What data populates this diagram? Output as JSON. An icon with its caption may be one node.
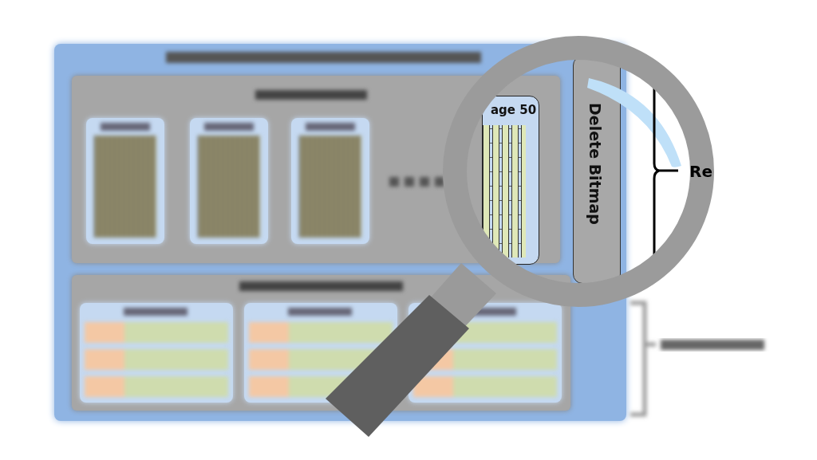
{
  "diagram": {
    "nodes": [
      {
        "text": [],
        "shape": "box"
      },
      {
        "text": [],
        "shape": "box",
        "in": 0
      },
      {
        "text": [],
        "shape": "box",
        "in": 1
      },
      {
        "text": [],
        "shape": "box",
        "in": 1
      },
      {
        "text": [],
        "shape": "box",
        "in": 1
      },
      {
        "text": [
          "age 50"
        ],
        "in": 1
      },
      {
        "text": [],
        "shape": "box",
        "in": 0
      },
      {
        "text": [],
        "shape": "box",
        "in": 6
      },
      {
        "text": [],
        "shape": "box",
        "in": 6
      },
      {
        "text": [],
        "shape": "box",
        "in": 6
      },
      {
        "text": [
          "Delete Bitmap"
        ],
        "in": 0
      }
    ],
    "labels": [
      "Re"
    ]
  }
}
